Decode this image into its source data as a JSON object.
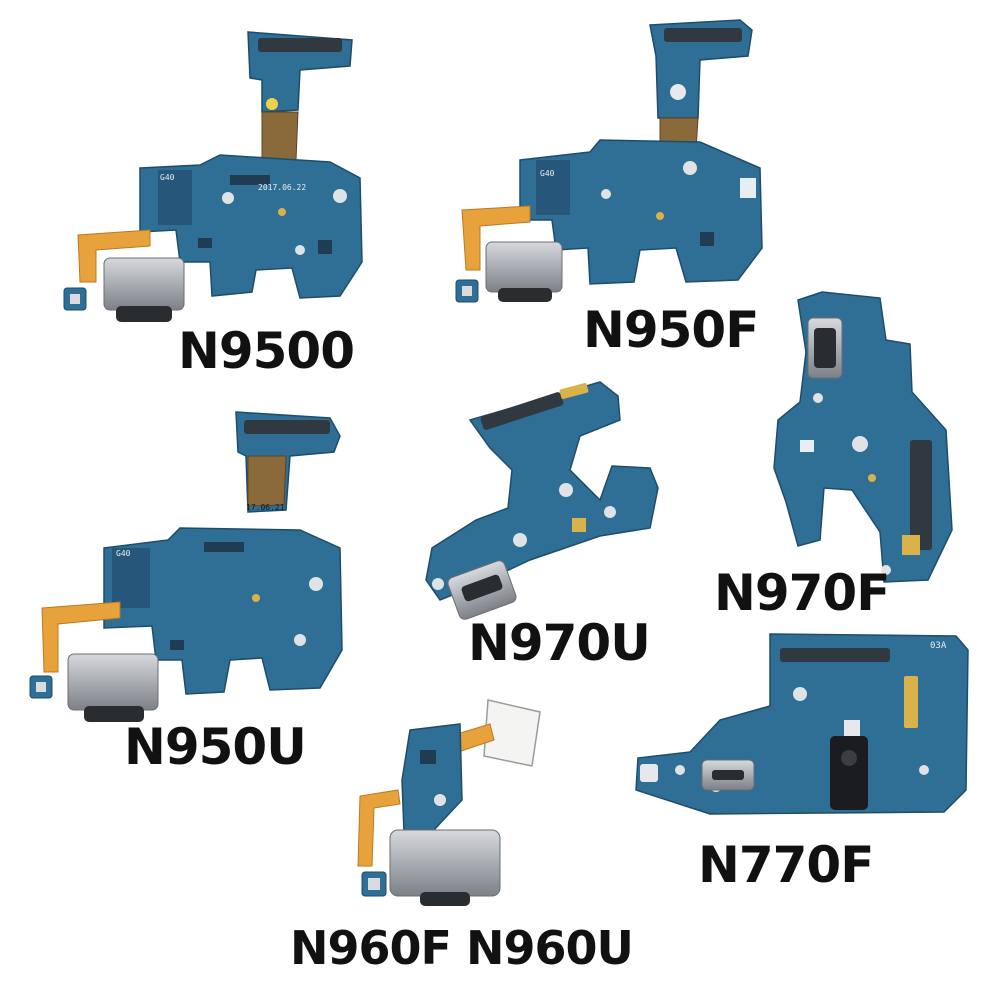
{
  "labels": {
    "n9500": "N9500",
    "n950f": "N950F",
    "n970f": "N970F",
    "n970u": "N970U",
    "n950u": "N950U",
    "n770f": "N770F",
    "n960": "N960F N960U"
  },
  "board_print": {
    "n9500_date": "2017.06.22",
    "n9500_code": "G40",
    "n950f_code": "G40",
    "n950u_date": "17.06.21",
    "n950u_code": "G40",
    "n770f_code": "03A"
  },
  "colors": {
    "pcb": "#2f6f95",
    "pcb_dark": "#25597a",
    "flex": "#e8a23c",
    "port": "#b9bcc0",
    "gold": "#d9b24a",
    "background": "#ffffff"
  }
}
